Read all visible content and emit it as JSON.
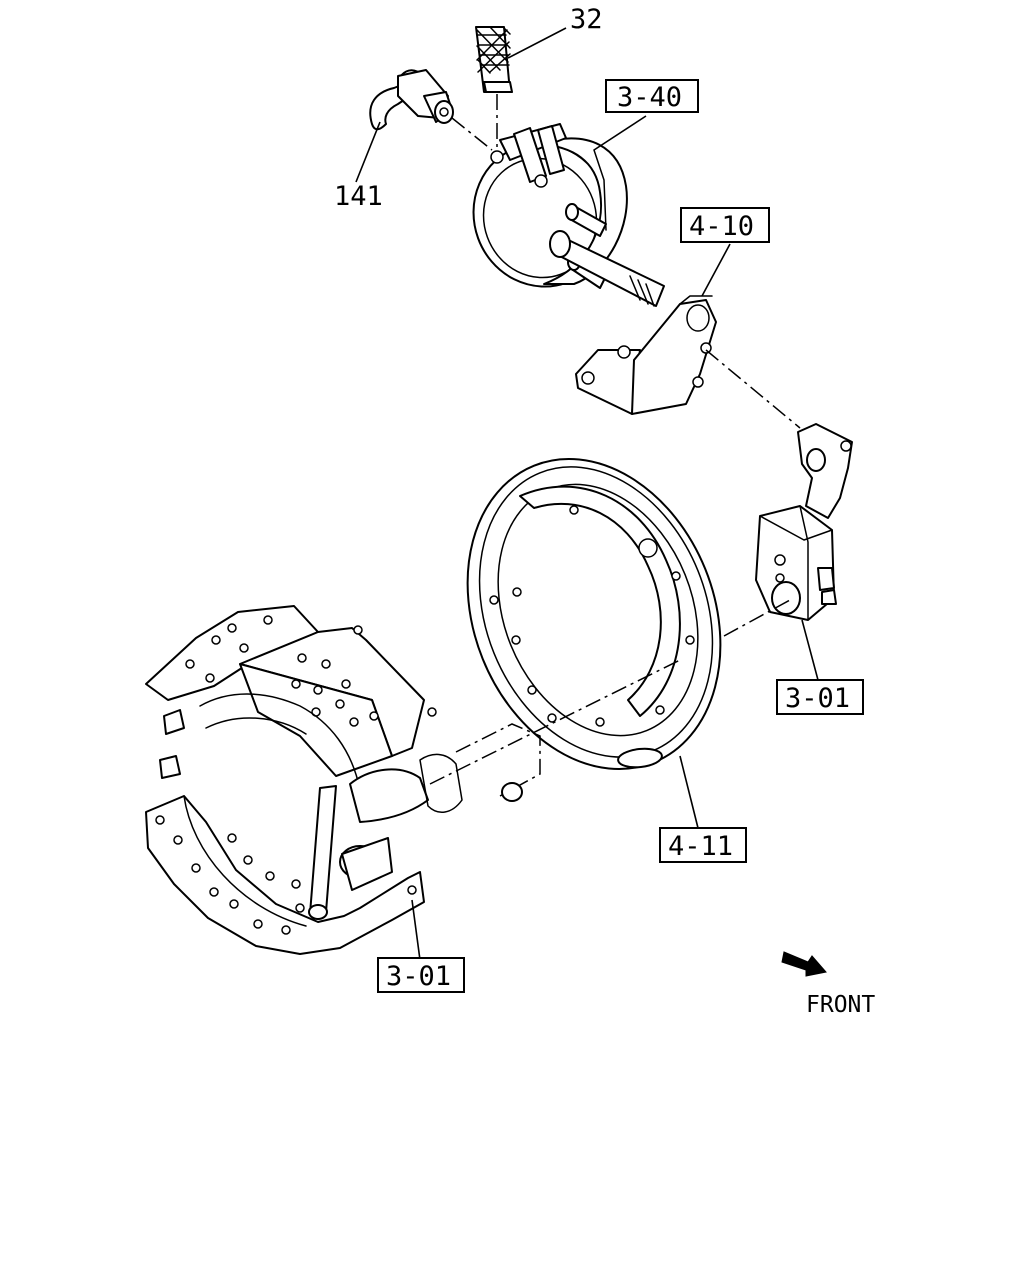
{
  "callouts": {
    "c32": "32",
    "c141": "141",
    "c3_40": "3-40",
    "c4_10": "4-10",
    "c3_01_right": "3-01",
    "c4_11": "4-11",
    "c3_01_bottom": "3-01"
  },
  "front_label": "FRONT"
}
